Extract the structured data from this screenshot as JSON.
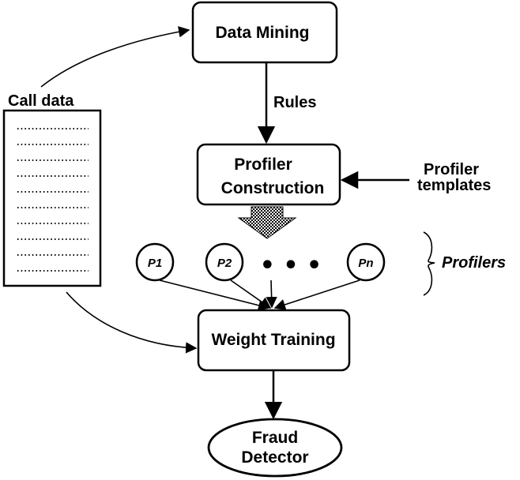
{
  "nodes": {
    "data_mining": "Data Mining",
    "profiler_construction": [
      "Profiler",
      "Construction"
    ],
    "weight_training": "Weight Training",
    "fraud_detector": [
      "Fraud",
      "Detector"
    ]
  },
  "labels": {
    "call_data": "Call data",
    "rules": "Rules",
    "profiler_templates": [
      "Profiler",
      "templates"
    ],
    "profilers": "Profilers"
  },
  "profilers": [
    "P1",
    "P2",
    "Pn"
  ],
  "ellipsis": "• • •",
  "colors": {
    "ink": "#000000",
    "background": "#ffffff"
  }
}
